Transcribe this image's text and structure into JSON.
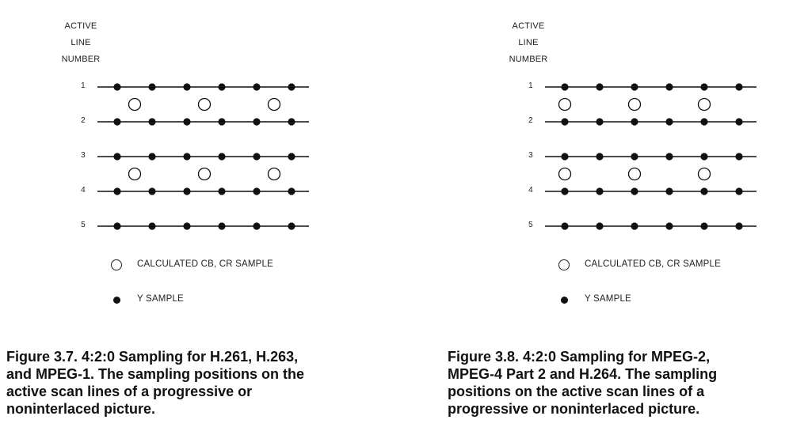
{
  "figures": [
    {
      "header": [
        "ACTIVE",
        "LINE",
        "NUMBER"
      ],
      "row_labels": [
        "1",
        "2",
        "3",
        "4",
        "5"
      ],
      "legend": {
        "chroma_label": "CALCULATED CB, CR SAMPLE",
        "luma_label": "Y SAMPLE"
      },
      "caption_lines": [
        "Figure 3.7. 4:2:0 Sampling for H.261, H.263,",
        "and MPEG-1. The sampling positions on the",
        "active scan lines of a progressive or",
        "noninterlaced picture."
      ],
      "chroma_siting": "centered"
    },
    {
      "header": [
        "ACTIVE",
        "LINE",
        "NUMBER"
      ],
      "row_labels": [
        "1",
        "2",
        "3",
        "4",
        "5"
      ],
      "legend": {
        "chroma_label": "CALCULATED CB, CR SAMPLE",
        "luma_label": "Y SAMPLE"
      },
      "caption_lines": [
        "Figure 3.8. 4:2:0 Sampling for MPEG-2,",
        "MPEG-4 Part 2 and H.264. The sampling",
        "positions on the active scan lines of a",
        "progressive or noninterlaced picture."
      ],
      "chroma_siting": "co-sited"
    }
  ]
}
